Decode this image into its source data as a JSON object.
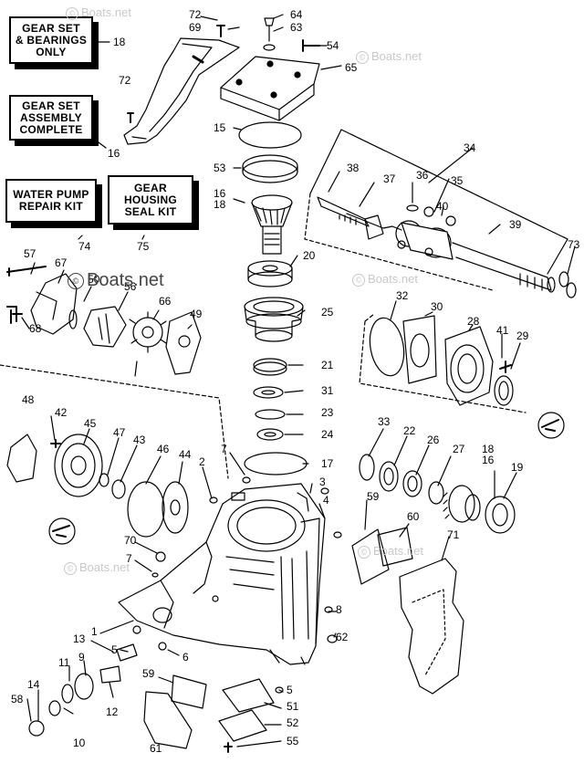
{
  "kit_boxes": {
    "gear_set_bearings": "GEAR SET\n& BEARINGS\nONLY",
    "gear_set_assembly": "GEAR SET\nASSEMBLY\nCOMPLETE",
    "water_pump_kit": "WATER PUMP\nREPAIR KIT",
    "gear_housing_seal_kit": "GEAR\nHOUSING\nSEAL KIT"
  },
  "watermark": "Boats.net",
  "callouts": [
    "72",
    "69",
    "64",
    "63",
    "54",
    "65",
    "18",
    "16",
    "15",
    "53",
    "16",
    "18",
    "38",
    "37",
    "36",
    "35",
    "40",
    "34",
    "39",
    "73",
    "20",
    "25",
    "57",
    "67",
    "50",
    "56",
    "66",
    "49",
    "68",
    "32",
    "30",
    "28",
    "41",
    "29",
    "21",
    "31",
    "23",
    "24",
    "48",
    "42",
    "45",
    "47",
    "43",
    "46",
    "44",
    "7",
    "17",
    "2",
    "3",
    "33",
    "22",
    "26",
    "27",
    "18",
    "16",
    "19",
    "4",
    "59",
    "60",
    "71",
    "70",
    "7",
    "1",
    "13",
    "5",
    "6",
    "8",
    "62",
    "11",
    "9",
    "14",
    "12",
    "59",
    "5",
    "58",
    "10",
    "61",
    "51",
    "52",
    "55",
    "74",
    "75",
    "72"
  ],
  "colors": {
    "ink": "#000000",
    "watermark": "#c8c8c8",
    "paper": "#ffffff"
  }
}
